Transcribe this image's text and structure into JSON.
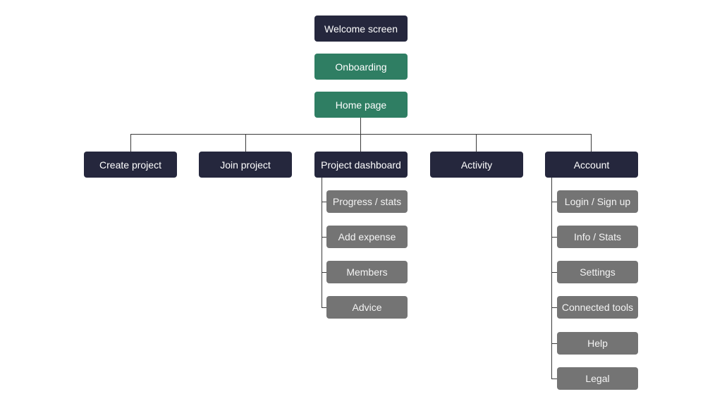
{
  "sitemap": {
    "colors": {
      "primary_node": "#25273d",
      "highlight_node": "#2f7e63",
      "sub_node": "#747474",
      "connector": "#3a3a3a"
    },
    "top": {
      "welcome": "Welcome screen",
      "onboarding": "Onboarding",
      "home": "Home page"
    },
    "sections": {
      "create_project": "Create project",
      "join_project": "Join project",
      "project_dashboard": "Project dashboard",
      "activity": "Activity",
      "account": "Account"
    },
    "dashboard_items": [
      "Progress / stats",
      "Add expense",
      "Members",
      "Advice"
    ],
    "account_items": [
      "Login / Sign up",
      "Info / Stats",
      "Settings",
      "Connected tools",
      "Help",
      "Legal"
    ]
  }
}
